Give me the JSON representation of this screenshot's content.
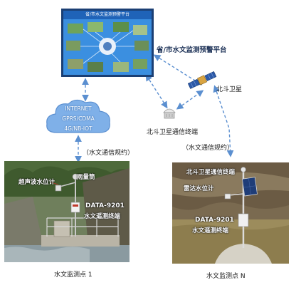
{
  "platform": {
    "screen_title": "省/市水文监测预警平台",
    "label": "省/市水文监测预警平台"
  },
  "network": {
    "lines": [
      "INTERNET",
      "GPRS/CDMA",
      "4G/NB-IOT"
    ]
  },
  "satellite": {
    "label": "北斗卫星"
  },
  "terminal": {
    "label": "北斗卫星通信终端"
  },
  "protocols": {
    "left": "（水文通信规约）",
    "right": "（水文通信规约）"
  },
  "station1": {
    "caption": "水文监测点 1",
    "tags": {
      "radar": "超声波水位计",
      "rain": "雨量筒",
      "model": "DATA-9201",
      "device": "水文遥测终端"
    }
  },
  "stationN": {
    "caption": "水文监测点 N",
    "tags": {
      "beidou": "北斗卫星通信终端",
      "radar": "雷达水位计",
      "model": "DATA-9201",
      "device": "水文遥测终端"
    }
  },
  "colors": {
    "arrow": "#5b8fd0",
    "cloud": "#7fb0e8",
    "screen_bg": "#2f7fd6"
  }
}
